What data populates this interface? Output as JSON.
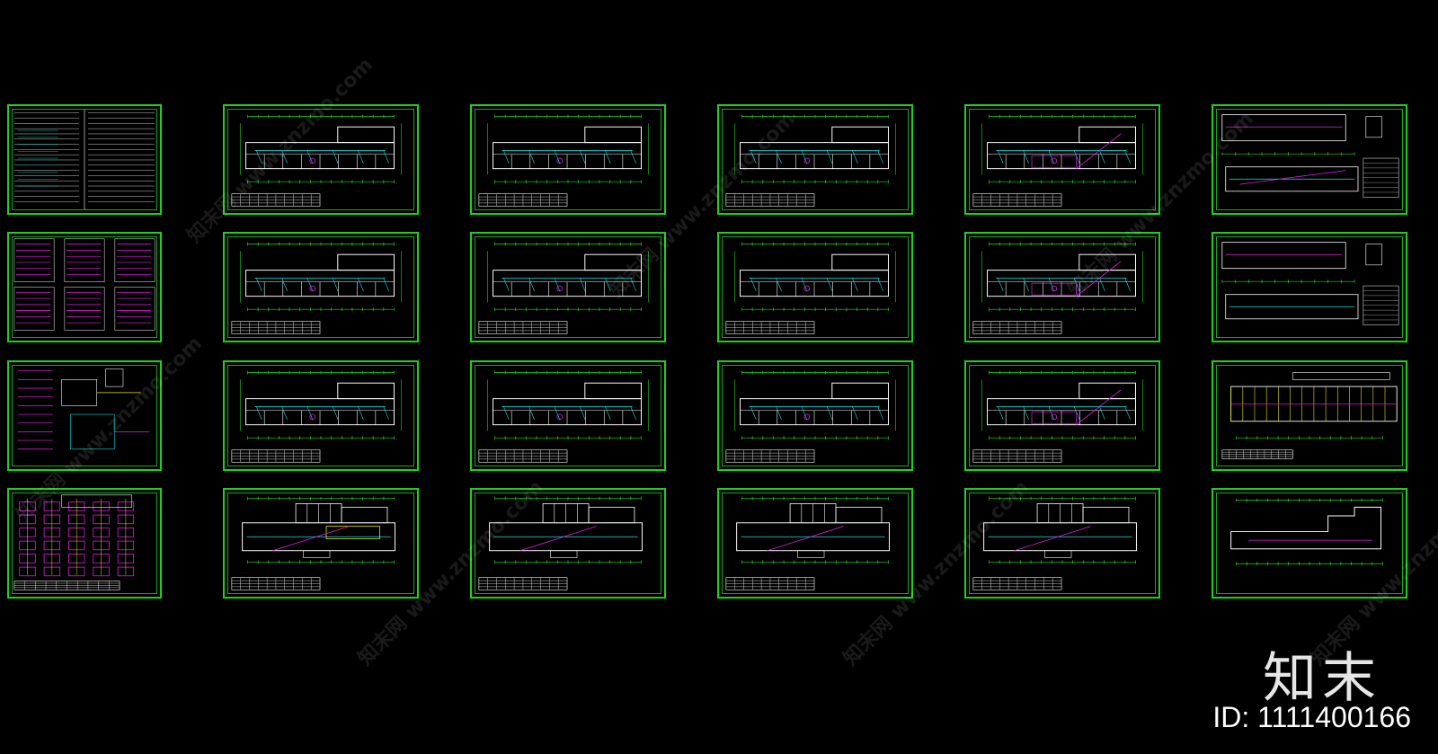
{
  "watermark": {
    "logo_text": "知末",
    "id_text": "ID: 1111400166",
    "repeat_text": "知末网 www.znzmo.com"
  },
  "colors": {
    "background": "#000000",
    "frame": "#1fcf1f",
    "wall": "#ffffff",
    "wiring_cyan": "#19e3e3",
    "wiring_magenta": "#e61fe6",
    "wiring_yellow": "#e6e61a",
    "grid_green": "#27d227"
  },
  "sheets": [
    {
      "kind": "notes"
    },
    {
      "kind": "plan-a"
    },
    {
      "kind": "plan-a"
    },
    {
      "kind": "plan-a"
    },
    {
      "kind": "plan-a"
    },
    {
      "kind": "roof-detail"
    },
    {
      "kind": "schedule"
    },
    {
      "kind": "plan-a"
    },
    {
      "kind": "plan-a"
    },
    {
      "kind": "plan-a"
    },
    {
      "kind": "plan-a"
    },
    {
      "kind": "roof-detail"
    },
    {
      "kind": "diagram"
    },
    {
      "kind": "plan-a"
    },
    {
      "kind": "plan-a"
    },
    {
      "kind": "plan-a"
    },
    {
      "kind": "plan-a"
    },
    {
      "kind": "elevation"
    },
    {
      "kind": "riser"
    },
    {
      "kind": "plan-b"
    },
    {
      "kind": "plan-b"
    },
    {
      "kind": "plan-b"
    },
    {
      "kind": "plan-b"
    },
    {
      "kind": "site"
    }
  ]
}
